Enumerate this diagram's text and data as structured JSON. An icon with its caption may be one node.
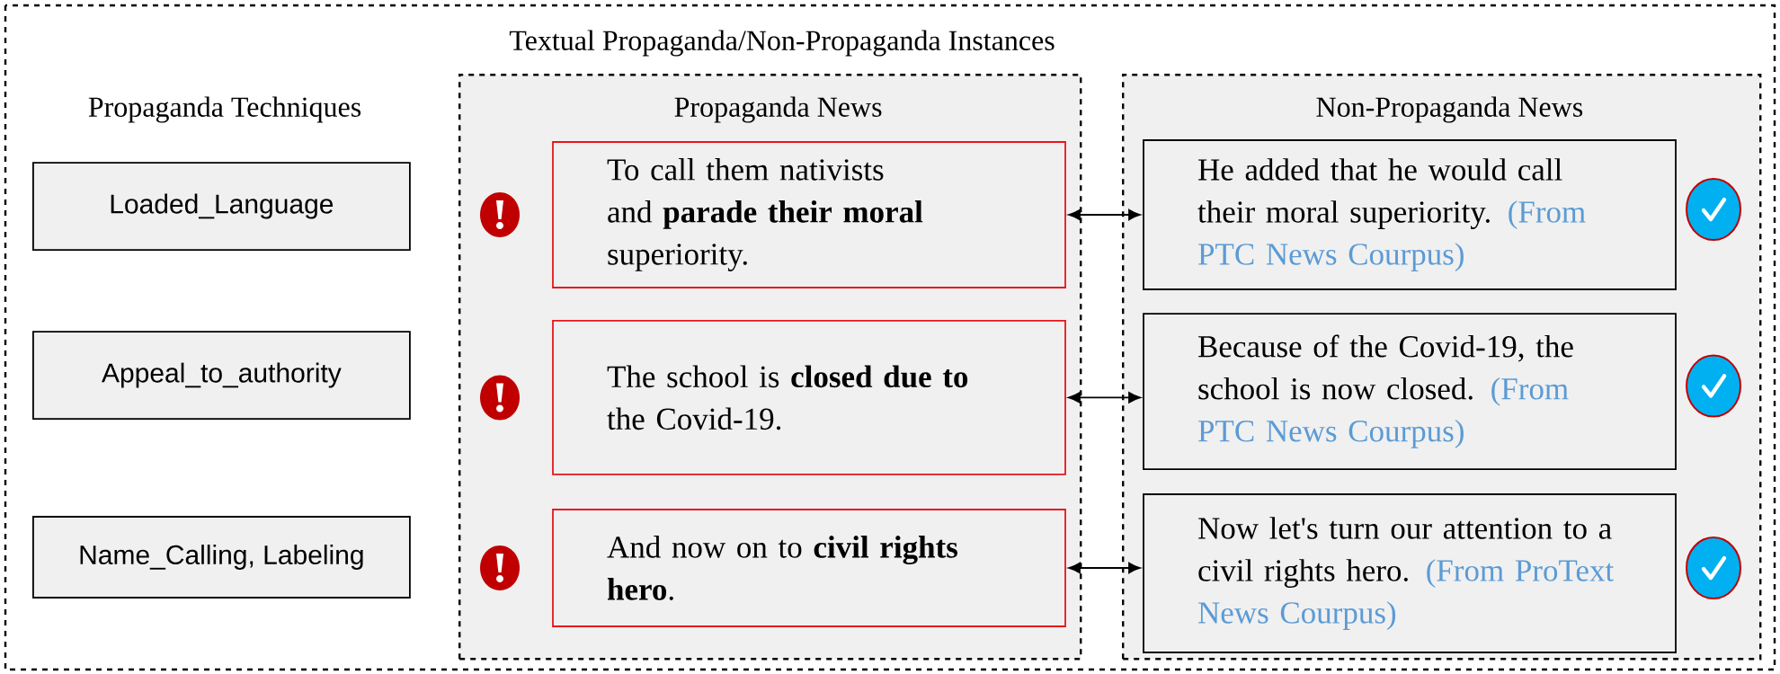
{
  "diagram": {
    "title": "Textual Propaganda/Non-Propaganda Instances",
    "nodes": [
      {
        "text": [
          "Loaded_Language"
        ]
      },
      {
        "text": [
          "Appeal_to_authority"
        ]
      },
      {
        "text": [
          "Name_Calling, Labeling"
        ]
      },
      {
        "text": [
          "Propaganda News"
        ]
      },
      {
        "text": [
          "To call them nativists and **parade their moral** superiority."
        ],
        "in": 3
      },
      {
        "text": [
          "The school is **closed due to** the Covid-19."
        ],
        "in": 3
      },
      {
        "text": [
          "And now on to **civil rights hero**."
        ],
        "in": 3
      },
      {
        "text": [
          "Non-Propaganda News"
        ]
      },
      {
        "text": [
          "He added that he would call their moral superiority.",
          "(From PTC News Courpus)"
        ],
        "in": 7
      },
      {
        "text": [
          "Because of the Covid-19, the school is now closed.",
          "(From PTC News Courpus)"
        ],
        "in": 7
      },
      {
        "text": [
          "Now let's turn our attention to a civil rights hero.",
          "(From ProText News Courpus)"
        ],
        "in": 7
      }
    ],
    "edges": [
      {
        "from": 4,
        "to": 8,
        "arrow": "both"
      },
      {
        "from": 5,
        "to": 9,
        "arrow": "both"
      },
      {
        "from": 6,
        "to": 10,
        "arrow": "both"
      }
    ],
    "labels": [
      "Propaganda Techniques"
    ]
  }
}
